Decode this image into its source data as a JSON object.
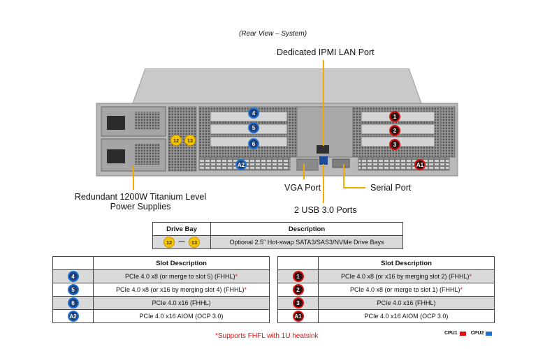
{
  "caption": "(Rear View – System)",
  "callouts": {
    "ipmi": "Dedicated IPMI LAN Port",
    "power": [
      "Redundant 1200W Titanium Level",
      "Power Supplies"
    ],
    "vga": "VGA Port",
    "serial": "Serial Port",
    "usb": "2 USB 3.0 Ports"
  },
  "server_badges": {
    "blue": [
      "4",
      "5",
      "6",
      "A2"
    ],
    "red": [
      "1",
      "2",
      "3",
      "A1"
    ],
    "bays": [
      "12",
      "13"
    ]
  },
  "drive_table": {
    "headers": [
      "Drive Bay",
      "Description"
    ],
    "row": {
      "from": "12",
      "dash": "—",
      "to": "13",
      "description": "Optional 2.5\" Hot-swap SATA3/SAS3/NVMe Drive Bays"
    }
  },
  "left_slot_table": {
    "header": "Slot Description",
    "rows": [
      {
        "badge": "4",
        "text": "PCIe 4.0 x8 (or merge to slot 5) (FHHL)",
        "star": "*"
      },
      {
        "badge": "5",
        "text": "PCIe 4.0 x8 (or x16 by merging slot 4) (FHHL)",
        "star": "*"
      },
      {
        "badge": "6",
        "text": "PCIe 4.0 x16 (FHHL)",
        "star": ""
      },
      {
        "badge": "A2",
        "text": "PCIe 4.0 x16 AIOM (OCP 3.0)",
        "star": ""
      }
    ]
  },
  "right_slot_table": {
    "header": "Slot Description",
    "rows": [
      {
        "badge": "1",
        "text": "PCIe 4.0 x8 (or x16 by merging slot 2) (FHHL)",
        "star": "*"
      },
      {
        "badge": "2",
        "text": "PCIe 4.0 x8 (or merge to slot 1) (FHHL)",
        "star": "*"
      },
      {
        "badge": "3",
        "text": "PCIe 4.0 x16 (FHHL)",
        "star": ""
      },
      {
        "badge": "A1",
        "text": "PCIe 4.0 x16 AIOM (OCP 3.0)",
        "star": ""
      }
    ]
  },
  "footnote": "*Supports FHFL with 1U heatsink",
  "legend": [
    {
      "label": "CPU1",
      "color": "#e01010"
    },
    {
      "label": "CPU2",
      "color": "#1e73d8"
    }
  ]
}
